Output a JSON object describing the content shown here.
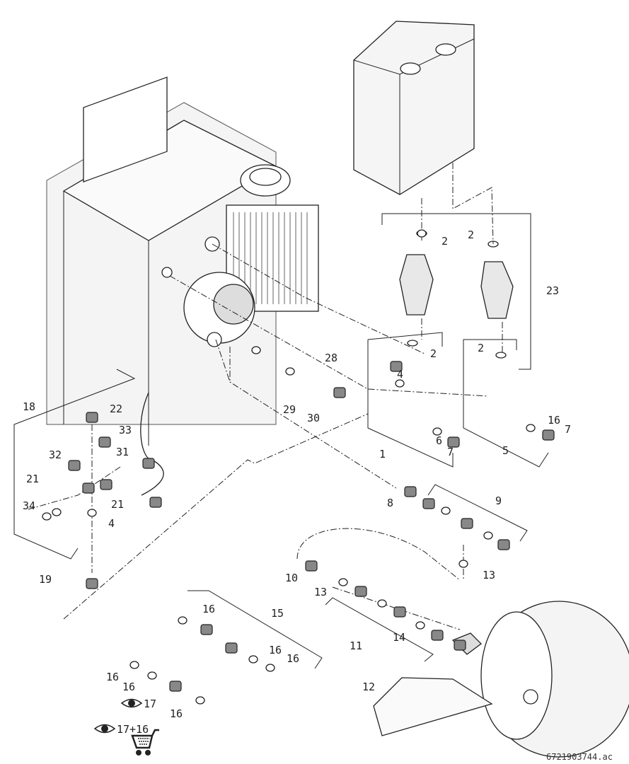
{
  "diagram": {
    "callouts": [
      "2",
      "2",
      "23",
      "2",
      "2",
      "4",
      "28",
      "29",
      "30",
      "16",
      "7",
      "1",
      "6",
      "7",
      "5",
      "18",
      "22",
      "33",
      "31",
      "32",
      "21",
      "21",
      "34",
      "4",
      "8",
      "9",
      "10",
      "13",
      "13",
      "19",
      "16",
      "15",
      "11",
      "14",
      "16",
      "16",
      "16",
      "16",
      "17",
      "16",
      "12"
    ],
    "legend": {
      "view_icon": "eye-icon",
      "item_label": "17",
      "set_label": "17+16",
      "cart_icon": "shopping-cart-icon"
    },
    "document_id": "6721903744.ac"
  }
}
